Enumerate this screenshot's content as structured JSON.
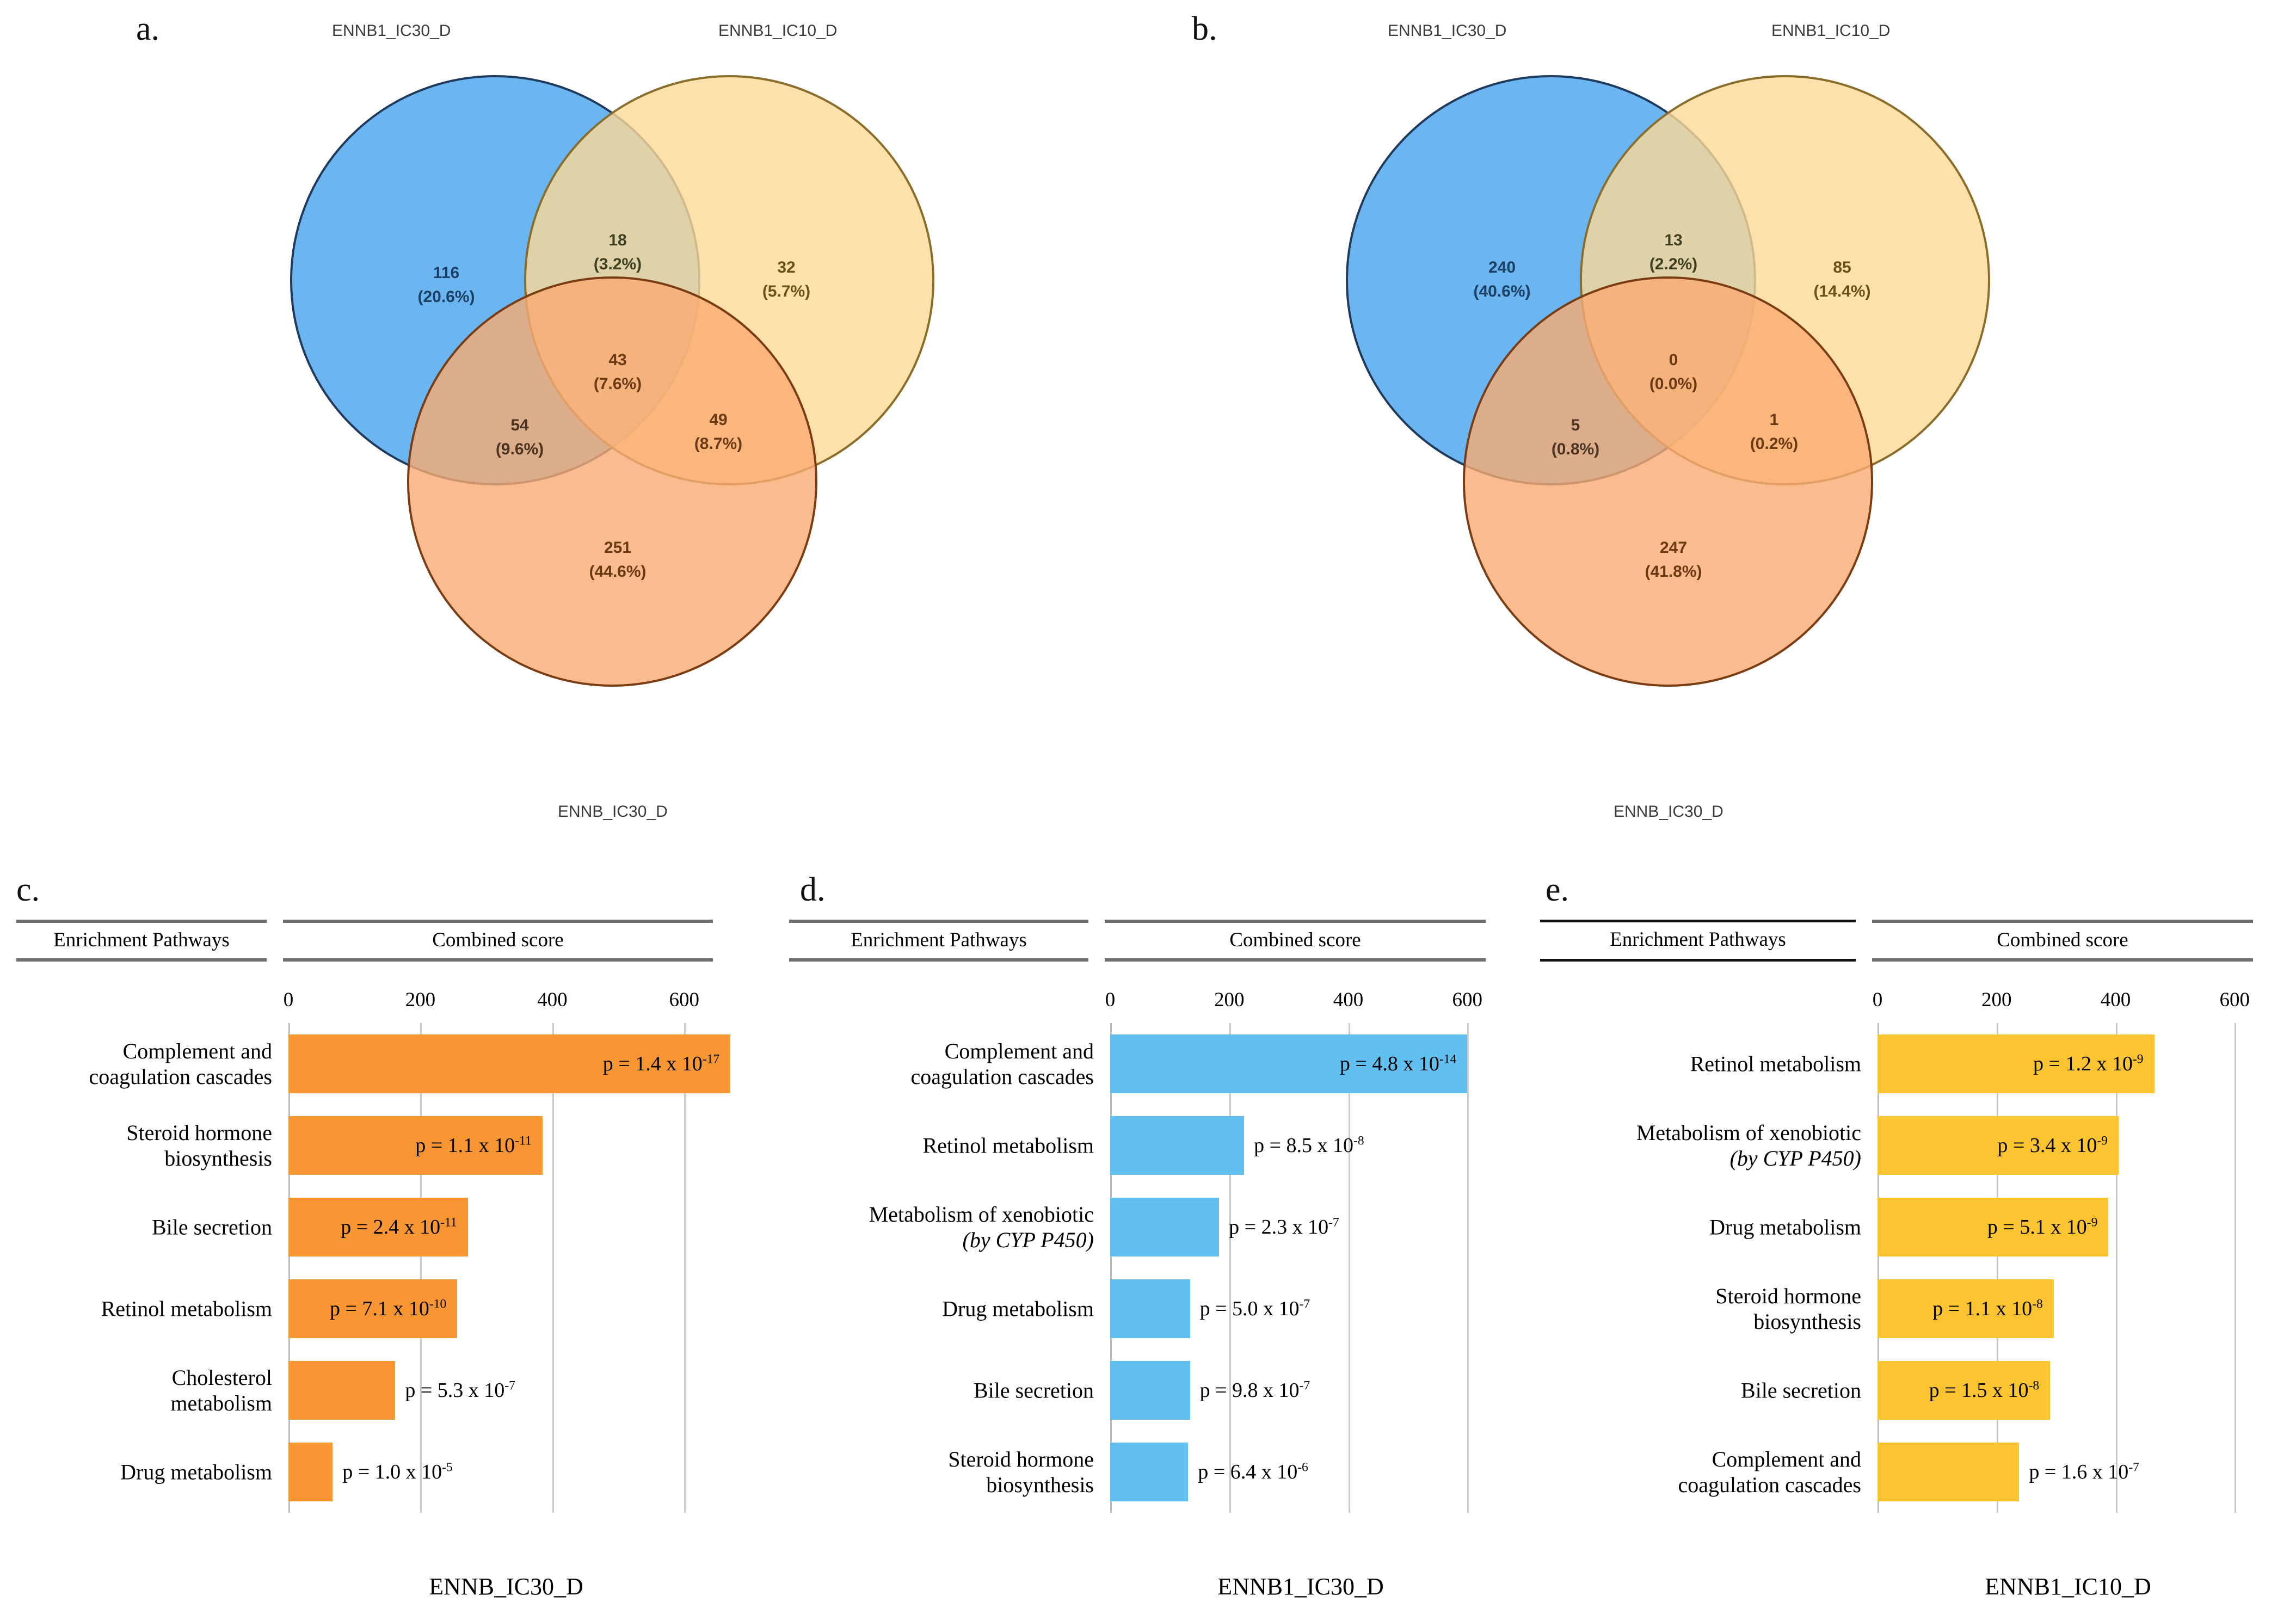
{
  "panels": {
    "a": {
      "letter": "a."
    },
    "b": {
      "letter": "b."
    },
    "c": {
      "letter": "c."
    },
    "d": {
      "letter": "d."
    },
    "e": {
      "letter": "e."
    }
  },
  "venn_a": {
    "top_left_label": "ENNB1_IC30_D",
    "top_right_label": "ENNB1_IC10_D",
    "bottom_label": "ENNB_IC30_D",
    "regions": {
      "left_only": {
        "count": "116",
        "percent": "(20.6%)"
      },
      "top_overlap": {
        "count": "18",
        "percent": "(3.2%)"
      },
      "right_only": {
        "count": "32",
        "percent": "(5.7%)"
      },
      "left_bottom": {
        "count": "54",
        "percent": "(9.6%)"
      },
      "center": {
        "count": "43",
        "percent": "(7.6%)"
      },
      "right_bottom": {
        "count": "49",
        "percent": "(8.7%)"
      },
      "bottom_only": {
        "count": "251",
        "percent": "(44.6%)"
      }
    }
  },
  "venn_b": {
    "top_left_label": "ENNB1_IC30_D",
    "top_right_label": "ENNB1_IC10_D",
    "bottom_label": "ENNB_IC30_D",
    "regions": {
      "left_only": {
        "count": "240",
        "percent": "(40.6%)"
      },
      "top_overlap": {
        "count": "13",
        "percent": "(2.2%)"
      },
      "right_only": {
        "count": "85",
        "percent": "(14.4%)"
      },
      "left_bottom": {
        "count": "5",
        "percent": "(0.8%)"
      },
      "center": {
        "count": "0",
        "percent": "(0.0%)"
      },
      "right_bottom": {
        "count": "1",
        "percent": "(0.2%)"
      },
      "bottom_only": {
        "count": "247",
        "percent": "(41.8%)"
      }
    }
  },
  "colors": {
    "blue": "#63b2ef",
    "yellow": "#fcd996",
    "orange": "#f9ab72",
    "bar_orange": "#f79633",
    "bar_blue": "#62c0f0",
    "bar_yellow": "#fbc githubplaceholder"
  },
  "chart_data": [
    {
      "panel": "c",
      "type": "bar",
      "orientation": "horizontal",
      "title": "",
      "col_headers": [
        "Enrichment Pathways",
        "Combined score"
      ],
      "xlabel": "Combined score",
      "ylabel": "Enrichment Pathways",
      "xticks": [
        "0",
        "200",
        "400",
        "600"
      ],
      "xlim": [
        0,
        660
      ],
      "grid": true,
      "footer": "ENNB_IC30_D",
      "bar_color": "#f79633",
      "categories": [
        "Complement and coagulation cascades",
        "Steroid hormone biosynthesis",
        "Bile secretion",
        "Retinol metabolism",
        "Cholesterol metabolism",
        "Drug metabolism"
      ],
      "category_lines": [
        [
          "Complement and",
          "coagulation cascades"
        ],
        [
          "Steroid hormone",
          "biosynthesis"
        ],
        [
          "Bile secretion"
        ],
        [
          "Retinol metabolism"
        ],
        [
          "Cholesterol",
          "metabolism"
        ],
        [
          "Drug metabolism"
        ]
      ],
      "values": [
        670,
        385,
        272,
        256,
        162,
        67
      ],
      "annotations": [
        {
          "text": "p = 1.4 x 10",
          "exp": "-17",
          "inside": true
        },
        {
          "text": "p = 1.1 x 10",
          "exp": "-11",
          "inside": true
        },
        {
          "text": "p = 2.4 x 10",
          "exp": "-11",
          "inside": true
        },
        {
          "text": "p = 7.1 x 10",
          "exp": "-10",
          "inside": true
        },
        {
          "text": "p = 5.3 x 10",
          "exp": "-7",
          "inside": false
        },
        {
          "text": "p = 1.0 x 10",
          "exp": "-5",
          "inside": false
        }
      ]
    },
    {
      "panel": "d",
      "type": "bar",
      "orientation": "horizontal",
      "title": "",
      "col_headers": [
        "Enrichment Pathways",
        "Combined score"
      ],
      "xlabel": "Combined score",
      "ylabel": "Enrichment Pathways",
      "xticks": [
        "0",
        "200",
        "400",
        "600"
      ],
      "xlim": [
        0,
        640
      ],
      "grid": true,
      "footer": "ENNB1_IC30_D",
      "bar_color": "#62c0f0",
      "categories": [
        "Complement and coagulation cascades",
        "Retinol metabolism",
        "Metabolism of xenobiotic (by CYP P450)",
        "Drug metabolism",
        "Bile secretion",
        "Steroid hormone biosynthesis"
      ],
      "category_lines": [
        [
          "Complement and",
          "coagulation cascades"
        ],
        [
          "Retinol metabolism"
        ],
        [
          "Metabolism of xenobiotic",
          "(by CYP P450)"
        ],
        [
          "Drug metabolism"
        ],
        [
          "Bile secretion"
        ],
        [
          "Steroid hormone",
          "biosynthesis"
        ]
      ],
      "values": [
        600,
        225,
        183,
        134,
        134,
        131
      ],
      "annotations": [
        {
          "text": "p = 4.8 x 10",
          "exp": "-14",
          "inside": true
        },
        {
          "text": "p = 8.5 x 10",
          "exp": "-8",
          "inside": false
        },
        {
          "text": "p = 2.3 x 10",
          "exp": "-7",
          "inside": false
        },
        {
          "text": "p = 5.0 x 10",
          "exp": "-7",
          "inside": false
        },
        {
          "text": "p = 9.8 x 10",
          "exp": "-7",
          "inside": false
        },
        {
          "text": "p = 6.4 x 10",
          "exp": "-6",
          "inside": false
        }
      ]
    },
    {
      "panel": "e",
      "type": "bar",
      "orientation": "horizontal",
      "title": "",
      "col_headers": [
        "Enrichment Pathways",
        "Combined score"
      ],
      "xlabel": "Combined score",
      "ylabel": "Enrichment Pathways",
      "xticks": [
        "0",
        "200",
        "400",
        "600"
      ],
      "xlim": [
        0,
        640
      ],
      "grid": true,
      "footer": "ENNB1_IC10_D",
      "bar_color": "#fcc430",
      "categories": [
        "Retinol metabolism",
        "Metabolism of xenobiotic (by CYP P450)",
        "Drug metabolism",
        "Steroid hormone biosynthesis",
        "Bile secretion",
        "Complement and coagulation cascades"
      ],
      "category_lines": [
        [
          "Retinol metabolism"
        ],
        [
          "Metabolism of xenobiotic",
          "(by CYP P450)"
        ],
        [
          "Drug metabolism"
        ],
        [
          "Steroid hormone",
          "biosynthesis"
        ],
        [
          "Bile secretion"
        ],
        [
          "Complement and",
          "coagulation cascades"
        ]
      ],
      "values": [
        465,
        405,
        388,
        296,
        290,
        238
      ],
      "annotations": [
        {
          "text": "p = 1.2 x 10",
          "exp": "-9",
          "inside": true
        },
        {
          "text": "p = 3.4 x 10",
          "exp": "-9",
          "inside": true
        },
        {
          "text": "p = 5.1 x 10",
          "exp": "-9",
          "inside": true
        },
        {
          "text": "p = 1.1 x 10",
          "exp": "-8",
          "inside": true
        },
        {
          "text": "p = 1.5 x 10",
          "exp": "-8",
          "inside": true
        },
        {
          "text": "p = 1.6 x 10",
          "exp": "-7",
          "inside": false
        }
      ]
    }
  ]
}
